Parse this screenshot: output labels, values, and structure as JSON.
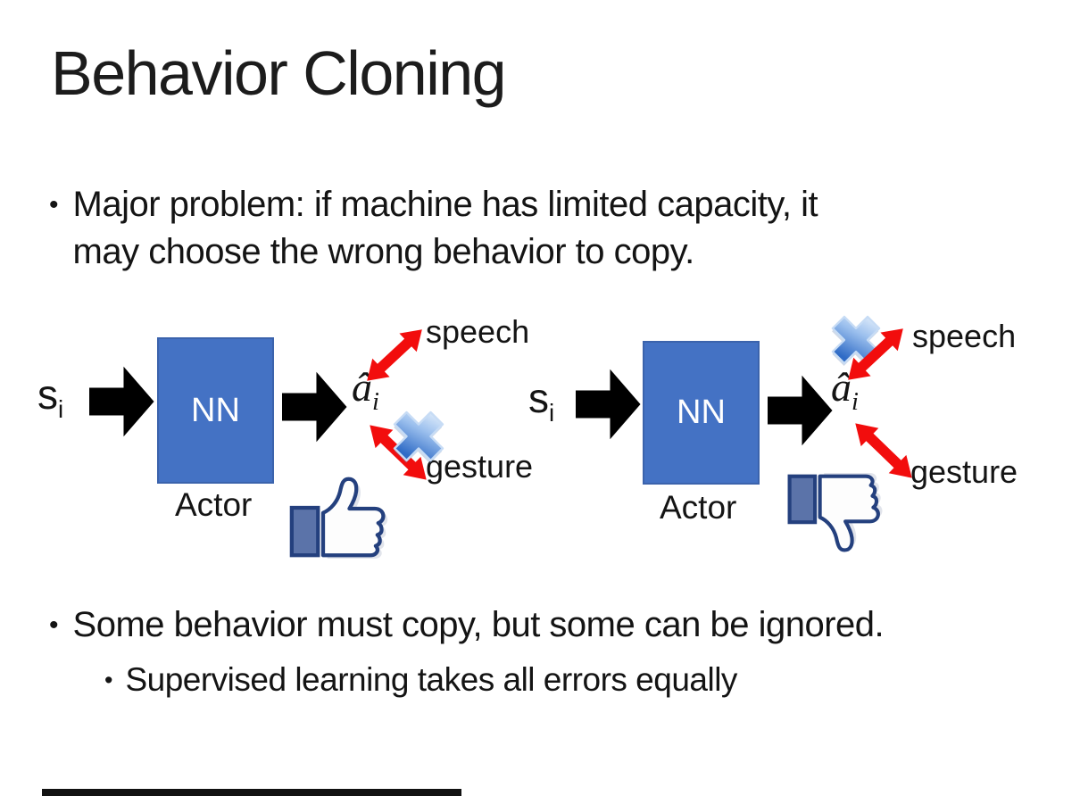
{
  "title": "Behavior Cloning",
  "bullets": {
    "marker": "•",
    "b1_line1": "Major problem: if machine has limited capacity, it",
    "b1_line2": "may choose the wrong behavior to copy.",
    "b2": "Some behavior must copy, but some can be ignored.",
    "b2_sub": "Supervised learning takes all errors equally"
  },
  "diagram": {
    "input_label": "s",
    "input_subscript": "i",
    "nn_label": "NN",
    "actor_label": "Actor",
    "output_label": "â",
    "output_subscript": "i",
    "speech_label": "speech",
    "gesture_label": "gesture",
    "left": {
      "crossed_out": "gesture",
      "feedback_icon": "thumbs-up"
    },
    "right": {
      "crossed_out": "speech",
      "feedback_icon": "thumbs-down"
    }
  },
  "colors": {
    "nn_box_fill": "#4472C4",
    "nn_box_border": "#3B63AC",
    "flow_arrow": "#000000",
    "link_arrow_red": "#F20D0D",
    "cross_blue_light": "#E8F2FC",
    "cross_blue_mid": "#9CC0EE",
    "cross_blue_dark": "#2F6BC6",
    "thumb_outline_navy": "#24407E",
    "thumb_cuff_blue": "#5B73A9",
    "text": "#141414"
  }
}
